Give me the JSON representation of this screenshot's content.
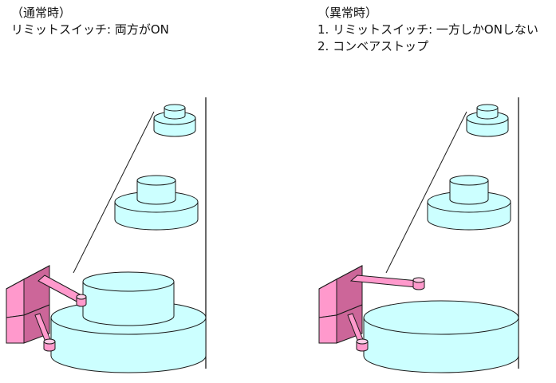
{
  "normal": {
    "heading": "（通常時）",
    "line1": "リミットスイッチ: 両方がON"
  },
  "abnormal": {
    "heading": "（異常時）",
    "line1": "1. リミットスイッチ: 一方しかONしない",
    "line2": "2. コンベアストップ"
  },
  "colors": {
    "cake_fill": "#ccffff",
    "cake_stroke": "#1a1a1a",
    "switch_front": "#ff99cc",
    "switch_side": "#cc6699",
    "switch_top": "#ffcce6",
    "lever": "#ff99cc"
  }
}
